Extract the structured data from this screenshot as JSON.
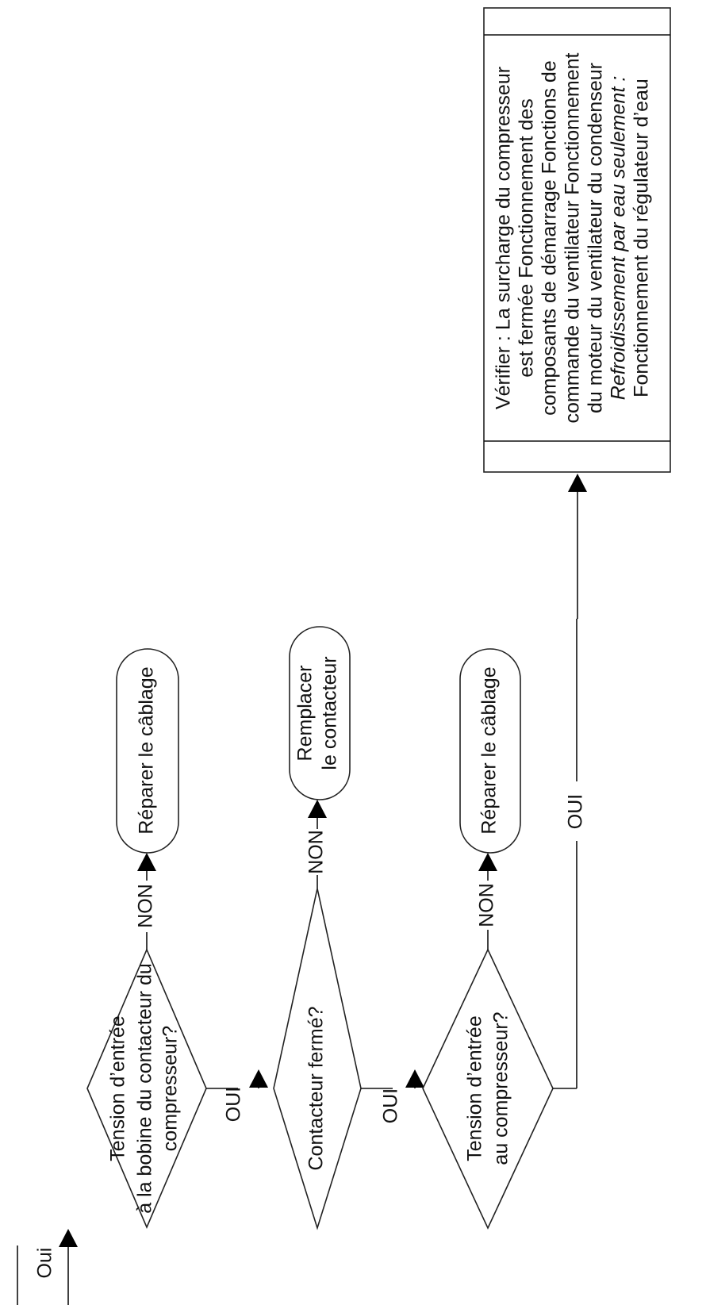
{
  "entry_label": "Oui",
  "decisions": [
    {
      "lines": [
        "Tension d’entrée",
        "à la bobine du contacteur du",
        "compresseur?"
      ],
      "no_label": "NON",
      "yes_label": "OUI"
    },
    {
      "lines": [
        "Contacteur fermé?"
      ],
      "no_label": "NON",
      "yes_label": "OUI"
    },
    {
      "lines": [
        "Tension d’entrée",
        "au compresseur?"
      ],
      "no_label": "NON",
      "yes_label": "OUI"
    }
  ],
  "actions": [
    {
      "lines": [
        "Réparer le câblage"
      ]
    },
    {
      "lines": [
        "Remplacer",
        "le contacteur"
      ]
    },
    {
      "lines": [
        "Réparer le câblage"
      ]
    }
  ],
  "check_box": {
    "lines": [
      "Vérifier : La surcharge du compresseur",
      "est fermée Fonctionnement des",
      "composants de démarrage Fonctions de",
      "commande du ventilateur Fonctionnement",
      "du moteur du ventilateur du condenseur"
    ],
    "italic_line": "Refroidissement par eau seulement :",
    "last_line": "Fonctionnement du régulateur d’eau"
  }
}
